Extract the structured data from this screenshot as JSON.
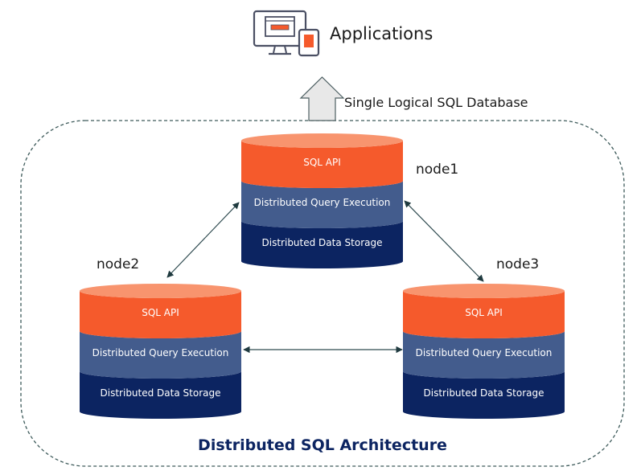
{
  "title": "Distributed SQL Architecture",
  "applications": {
    "label": "Applications",
    "icon": "desktop-and-tablet-icon"
  },
  "flow_arrow": {
    "label": "Single Logical SQL Database",
    "icon": "up-arrow-icon"
  },
  "nodes": [
    {
      "id": "node1",
      "label": "node1",
      "layers": [
        "SQL API",
        "Distributed Query Execution",
        "Distributed Data Storage"
      ]
    },
    {
      "id": "node2",
      "label": "node2",
      "layers": [
        "SQL API",
        "Distributed Query Execution",
        "Distributed Data Storage"
      ]
    },
    {
      "id": "node3",
      "label": "node3",
      "layers": [
        "SQL API",
        "Distributed Query Execution",
        "Distributed Data Storage"
      ]
    }
  ],
  "connections": [
    {
      "from": "node1",
      "to": "node2",
      "type": "bidirectional"
    },
    {
      "from": "node1",
      "to": "node3",
      "type": "bidirectional"
    },
    {
      "from": "node2",
      "to": "node3",
      "type": "bidirectional"
    }
  ],
  "colors": {
    "sql_api": "#f55a2c",
    "sql_api_top": "#f8946e",
    "query_execution": "#435c8d",
    "data_storage": "#0c2461",
    "arrow": "#2e4a4f",
    "title": "#0c2461",
    "border": "#3d5a5a"
  }
}
